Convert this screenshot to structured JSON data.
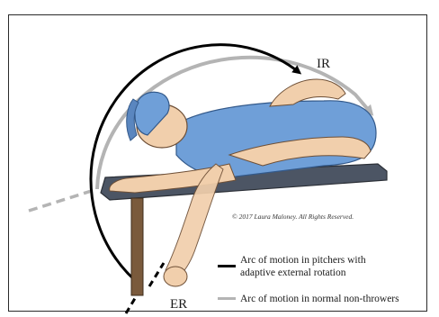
{
  "diagram": {
    "labels": {
      "ir": "IR",
      "er": "ER"
    },
    "copyright": "© 2017 Laura Maloney. All Rights Reserved.",
    "legend": [
      {
        "text_line1": "Arc of motion in pitchers with",
        "text_line2": "adaptive external rotation",
        "color": "#000000"
      },
      {
        "text_line1": "Arc of motion in normal non-throwers",
        "color": "#b4b4b4"
      }
    ],
    "colors": {
      "shirt": "#6f9fd8",
      "cap": "#6f9fd8",
      "skin": "#f1cfac",
      "table_top": "#4c5564",
      "table_leg": "#7a5a3c",
      "arc_pitcher": "#000000",
      "arc_normal": "#b4b4b4"
    }
  }
}
